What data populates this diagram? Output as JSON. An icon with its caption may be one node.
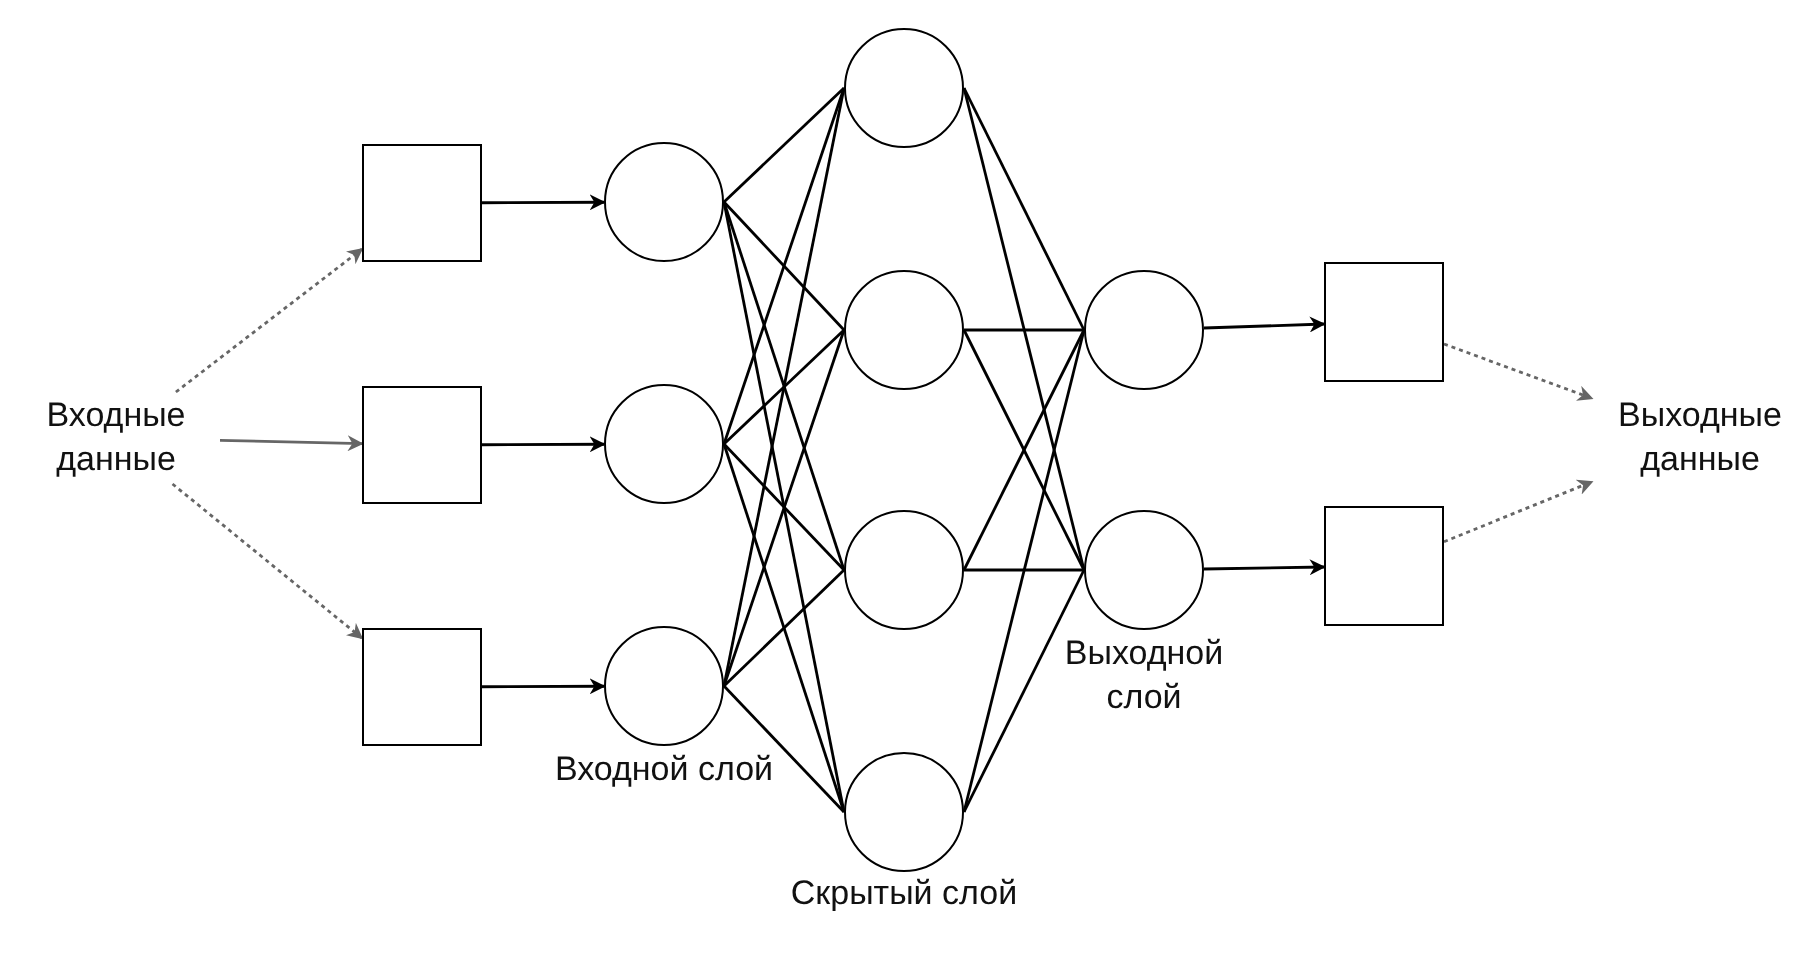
{
  "diagram": {
    "nodes": [
      {
        "text": [
          "Входные данные"
        ]
      },
      {
        "text": [],
        "shape": "box"
      },
      {
        "text": [],
        "shape": "box"
      },
      {
        "text": [],
        "shape": "box"
      },
      {
        "text": [],
        "shape": "circle"
      },
      {
        "text": [],
        "shape": "circle"
      },
      {
        "text": [],
        "shape": "circle"
      },
      {
        "text": [],
        "shape": "circle"
      },
      {
        "text": [],
        "shape": "circle"
      },
      {
        "text": [],
        "shape": "circle"
      },
      {
        "text": [],
        "shape": "circle"
      },
      {
        "text": [],
        "shape": "circle"
      },
      {
        "text": [],
        "shape": "circle"
      },
      {
        "text": [],
        "shape": "box"
      },
      {
        "text": [],
        "shape": "box"
      },
      {
        "text": [
          "Выходные данные"
        ]
      }
    ],
    "edges": [
      {
        "from": 0,
        "to": 1,
        "arrow": "to",
        "style": "dashed",
        "color": "#666666"
      },
      {
        "from": 0,
        "to": 2,
        "arrow": "to",
        "color": "#666666"
      },
      {
        "from": 0,
        "to": 3,
        "arrow": "to",
        "style": "dashed",
        "color": "#666666"
      },
      {
        "from": 1,
        "to": 4,
        "arrow": "to"
      },
      {
        "from": 2,
        "to": 5,
        "arrow": "to"
      },
      {
        "from": 3,
        "to": 6,
        "arrow": "to"
      },
      {
        "from": 4,
        "to": 7,
        "arrow": "none"
      },
      {
        "from": 4,
        "to": 8,
        "arrow": "none"
      },
      {
        "from": 4,
        "to": 9,
        "arrow": "none"
      },
      {
        "from": 4,
        "to": 10,
        "arrow": "none"
      },
      {
        "from": 5,
        "to": 7,
        "arrow": "none"
      },
      {
        "from": 5,
        "to": 8,
        "arrow": "none"
      },
      {
        "from": 5,
        "to": 9,
        "arrow": "none"
      },
      {
        "from": 5,
        "to": 10,
        "arrow": "none"
      },
      {
        "from": 6,
        "to": 7,
        "arrow": "none"
      },
      {
        "from": 6,
        "to": 8,
        "arrow": "none"
      },
      {
        "from": 6,
        "to": 9,
        "arrow": "none"
      },
      {
        "from": 6,
        "to": 10,
        "arrow": "none"
      },
      {
        "from": 7,
        "to": 11,
        "arrow": "none"
      },
      {
        "from": 7,
        "to": 12,
        "arrow": "none"
      },
      {
        "from": 8,
        "to": 11,
        "arrow": "none"
      },
      {
        "from": 8,
        "to": 12,
        "arrow": "none"
      },
      {
        "from": 9,
        "to": 11,
        "arrow": "none"
      },
      {
        "from": 9,
        "to": 12,
        "arrow": "none"
      },
      {
        "from": 10,
        "to": 11,
        "arrow": "none"
      },
      {
        "from": 10,
        "to": 12,
        "arrow": "none"
      },
      {
        "from": 11,
        "to": 13,
        "arrow": "to"
      },
      {
        "from": 12,
        "to": 14,
        "arrow": "to"
      },
      {
        "from": 13,
        "to": 15,
        "arrow": "to",
        "style": "dashed",
        "color": "#666666"
      },
      {
        "from": 14,
        "to": 15,
        "arrow": "to",
        "style": "dashed",
        "color": "#666666"
      }
    ],
    "labels": [
      "Входной слой",
      "Скрытый слой",
      "Выходной слой"
    ]
  }
}
